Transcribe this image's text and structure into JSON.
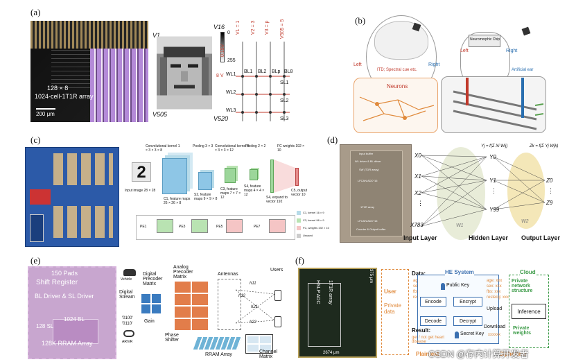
{
  "panel_a": {
    "label": "(a)",
    "array_lines": [
      "128 × 8",
      "1024-cell-1T1R array"
    ],
    "scale": "200 μm",
    "v1": "V1",
    "v16": "V16",
    "v505": "V505",
    "v520": "V520",
    "colorbar": [
      "0",
      "255"
    ],
    "line_labels": [
      "V1 = 1",
      "V2 = 3",
      "V3 = p",
      "V505 = 5"
    ],
    "voltage": "0.15V",
    "bl": [
      "BL1",
      "BL2",
      "BLp",
      "BL8"
    ],
    "wl": [
      "WL1",
      "WL2",
      "WL3"
    ],
    "sl": [
      "SL1",
      "SL2",
      "SL3"
    ],
    "v8": "8 V"
  },
  "panel_b": {
    "label": "(b)",
    "left": "Left",
    "right": "Right",
    "ear_note": "ITD; Spectral cue etc.",
    "neurons": "Neurons",
    "chip": "Neuromorphic Chip",
    "artificial_ear": "Artificial ear"
  },
  "panel_c": {
    "label": "(c)",
    "conv_kernel1": "Convolutional kernel 1 × 3 × 3 × 8",
    "pooling1": "Pooling 3 × 3",
    "conv_kernel2": "Convolutional kernel 8 × 3 × 3 × 12",
    "pooling2": "Pooling 2 × 2",
    "fc_weights": "FC weights 192 × 10",
    "input_image": "Input image 28 × 28",
    "c1": "C1, feature maps 26 × 26 × 8",
    "s2": "S2, feature maps 9 × 9 × 8",
    "c3": "C3, feature maps 7 × 7 × 12",
    "s4": "S4, feature maps 4 × 4 × 12",
    "s4b": "S4, expand to vector 192",
    "c5": "C5, output vector 10",
    "pe": [
      "PE1",
      "PE3",
      "PE5",
      "PE7"
    ],
    "legend": [
      "C1, kernel 16 × 9",
      "C3, kernel 96 × 9",
      "FC, weights 192 × 10",
      "Unused"
    ],
    "legend_colors": [
      "#b7dbe9",
      "#b9e3b2",
      "#f5c5c5",
      "#cccccc"
    ]
  },
  "panel_d": {
    "label": "(d)",
    "chip_blocks": [
      "Input buffer",
      "WL driver & BL driver",
      "SW (TDR array)",
      "LFCAN ADC*16",
      "1T1R array",
      "LFCAN ADC*16",
      "Counter & Output buffer"
    ],
    "inputs": [
      "X0",
      "X1",
      "X2",
      "⋮",
      "X783"
    ],
    "hidden": [
      "Y0",
      "Y1",
      "⋮",
      "Y99"
    ],
    "outputs": [
      "Z0",
      "⋮",
      "Z9"
    ],
    "w1": "W1",
    "w2": "W2",
    "eq1": "Yj = f(Σ Xi Wij)",
    "eq2": "Zk = f(Σ Yj Wjk)",
    "layers": [
      "Input Layer",
      "Hidden Layer",
      "Output Layer"
    ]
  },
  "panel_e": {
    "label": "(e)",
    "pads": "150 Pads",
    "shift_register": "Shift Register",
    "driver": "BL Driver & SL Driver",
    "sl": "128 SL",
    "bl": "1024 BL",
    "array": "128K RRAM Array",
    "vehicle": "Vehicle",
    "arvr": "AR/VR",
    "stream": "Digital Stream",
    "bits": [
      "'0100'",
      "'0110'"
    ],
    "digital_precoder": "Digital Precoder Matrix",
    "gain": "Gain",
    "analog_precoder": "Analog Precoder Matrix",
    "phase": "Phase Shifter",
    "antennas": "Antennas",
    "users": "Users",
    "h": [
      "h11",
      "h12",
      "h21",
      "h22"
    ],
    "rram": "RRAM Array",
    "channel": "Channel Matrix"
  },
  "panel_f": {
    "label": "(f)",
    "chip_text": [
      "HSLP ADC",
      "1T1R array"
    ],
    "size_v": "375 μm",
    "size_h": "2674 μm",
    "user": "User",
    "data_title": "Data:",
    "data_items": [
      "age:",
      "sex:",
      "fbs:",
      "restecg:"
    ],
    "private_data": "Private data",
    "he_system": "HE System",
    "public_key": "Public Key",
    "encode": "Encode",
    "encrypt": "Encrypt",
    "decode": "Decode",
    "decrypt": "Decrypt",
    "secret_key": "Secret Key",
    "enc_items": [
      "age: xxx",
      "sex: xxx",
      "fbs: xxx",
      "restecg: xxx"
    ],
    "upload": "Upload",
    "download": "Download",
    "xxx": "xxxxxx",
    "cloud": "Cloud",
    "private_structure": "Private network structure",
    "inference": "Inference",
    "private_weights": "Private weights",
    "result": "Result:",
    "result_text": "get / not get heart disease",
    "plaintext": "Plaintext",
    "ciphertext": "Ciphertext"
  },
  "watermark": "CSDN @存内计算开发者"
}
